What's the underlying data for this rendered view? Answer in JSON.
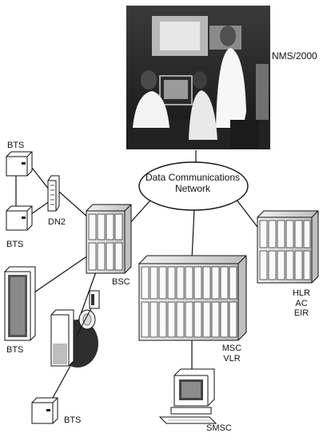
{
  "labels": {
    "nms": "NMS/2000",
    "network_line1": "Data Communications",
    "network_line2": "Network",
    "bts_top": "BTS",
    "bts_second": "BTS",
    "bts_rack": "BTS",
    "bts_bottom": "BTS",
    "dn2": "DN2",
    "bsc": "BSC",
    "msc": "MSC",
    "vlr": "VLR",
    "hlr": "HLR",
    "ac": "AC",
    "eir": "EIR",
    "smsc": "SMSC"
  }
}
